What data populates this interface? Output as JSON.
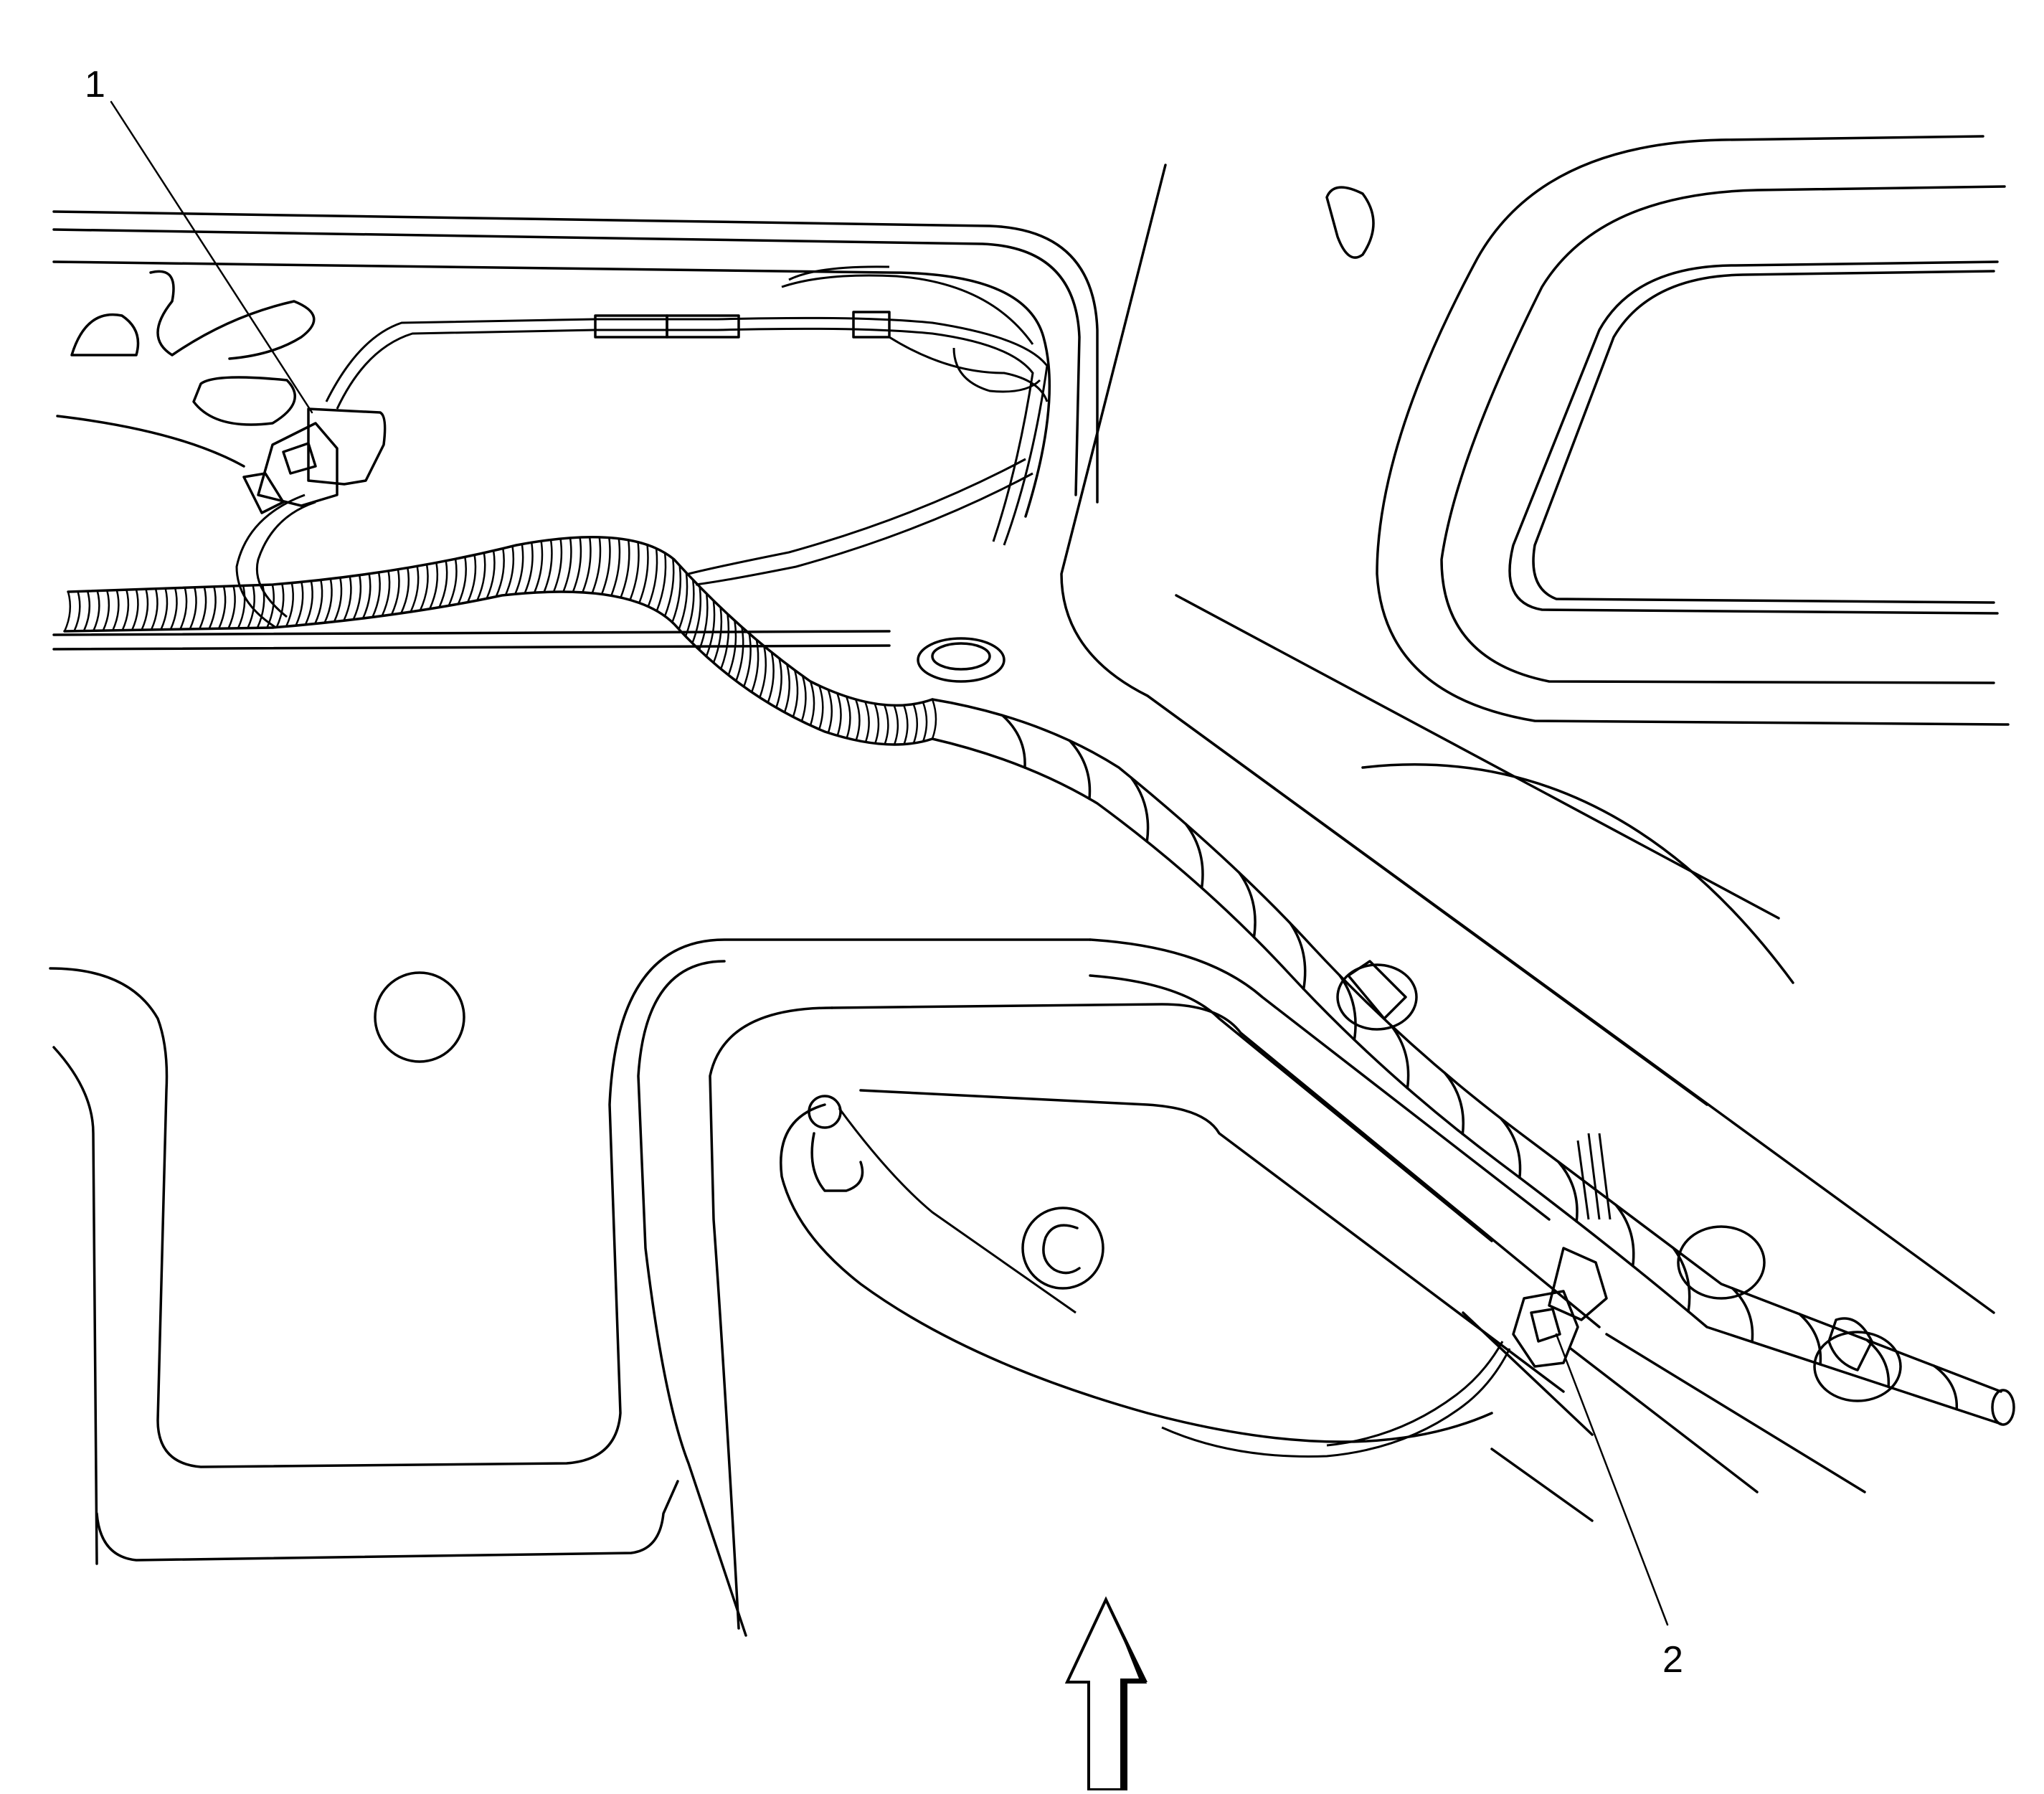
{
  "diagram": {
    "callouts": [
      {
        "id": "1",
        "label": "1"
      },
      {
        "id": "2",
        "label": "2"
      }
    ],
    "colors": {
      "ink": "#000000",
      "paper": "#ffffff"
    },
    "icons": [
      "direction-arrow-icon",
      "c-mark-icon"
    ]
  }
}
